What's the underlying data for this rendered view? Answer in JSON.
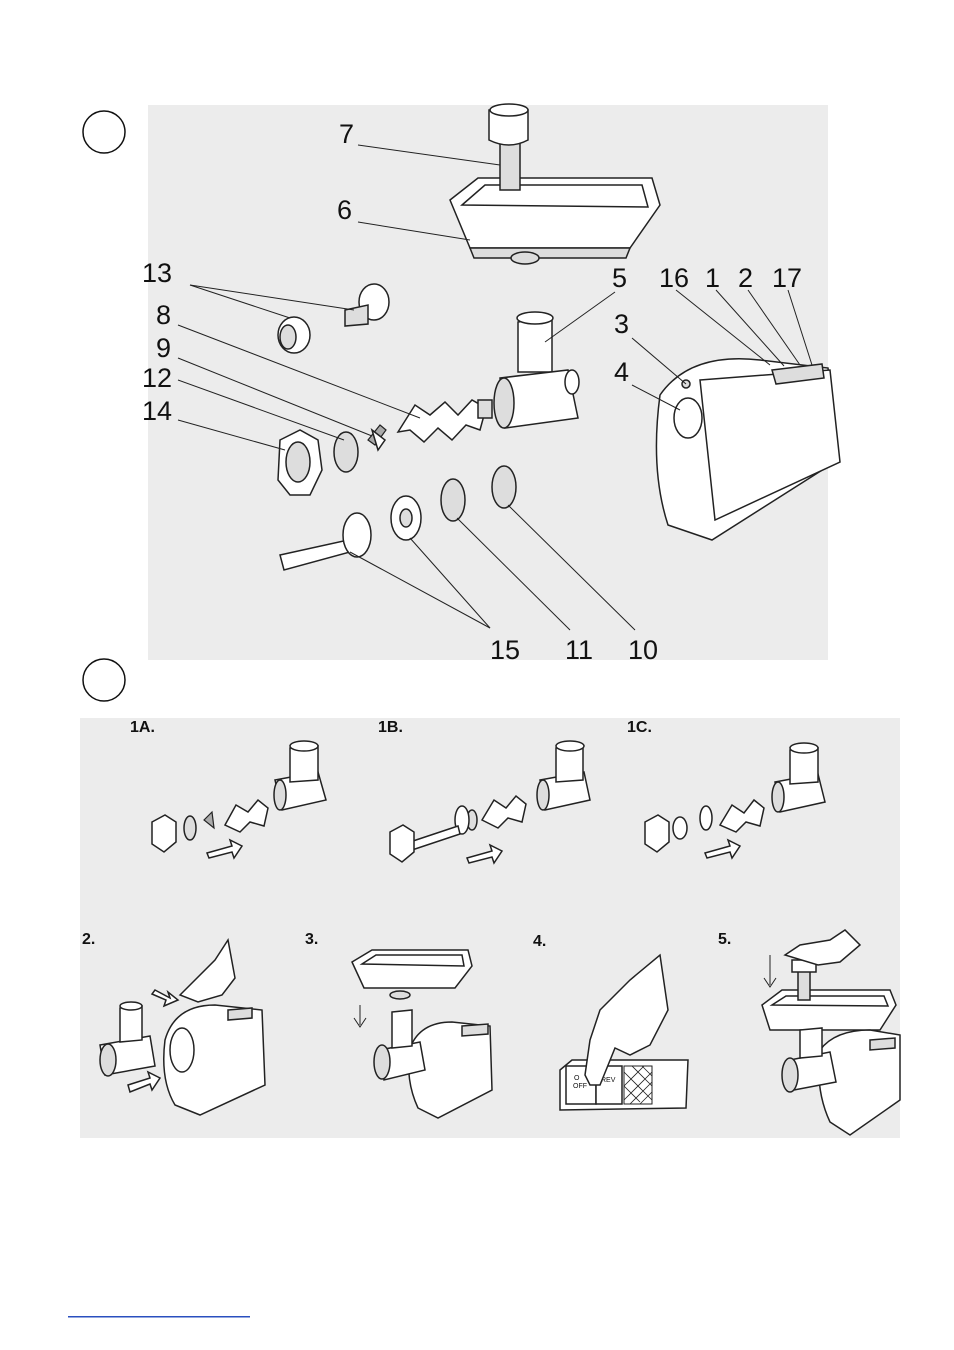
{
  "sections": [
    {
      "id": "section-a",
      "marker": ""
    },
    {
      "id": "section-b",
      "marker": ""
    }
  ],
  "parts_labels": [
    "7",
    "6",
    "13",
    "8",
    "9",
    "12",
    "14",
    "5",
    "16",
    "1",
    "2",
    "17",
    "3",
    "4",
    "15",
    "11",
    "10"
  ],
  "steps": {
    "s1a": "1A.",
    "s1b": "1B.",
    "s1c": "1C.",
    "s2": "2.",
    "s3": "3.",
    "s4": "4.",
    "s5": "5."
  },
  "switch_panel": {
    "on_off": "O/\nOFF",
    "on_line1": "O",
    "on_line2": "OFF",
    "rev": "REV"
  },
  "colors": {
    "line": "#222222",
    "background_panel": "#ececec",
    "link": "#2a4fbf"
  }
}
